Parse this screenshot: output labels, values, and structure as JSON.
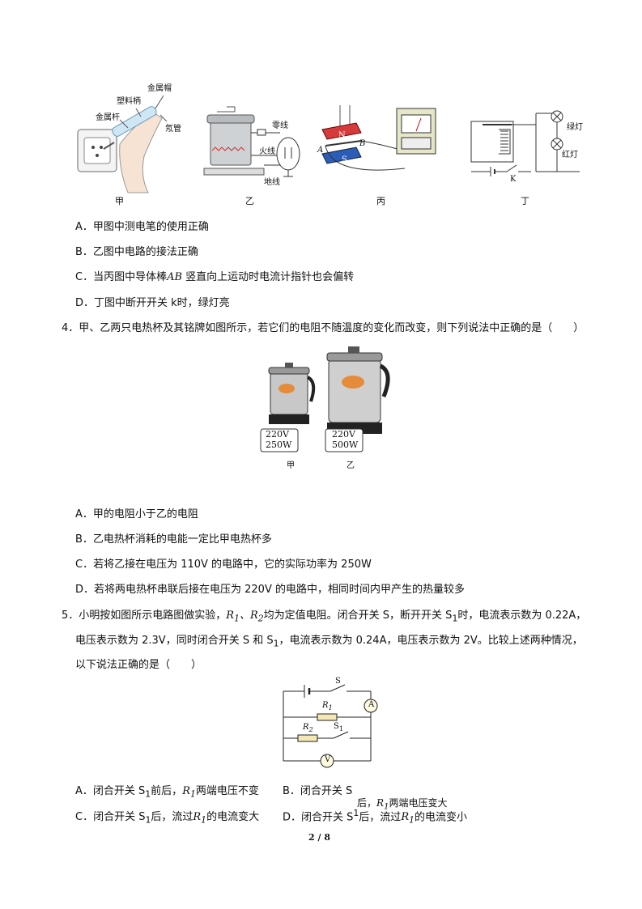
{
  "q3": {
    "figure_captions": [
      "甲",
      "乙",
      "丙",
      "丁"
    ],
    "fig_jia_labels": {
      "metal_cap": "金属帽",
      "plastic_handle": "塑料柄",
      "metal_rod": "金属杆",
      "neon_tube": "氖管"
    },
    "fig_yi_labels": {
      "neutral": "零线",
      "live": "火线",
      "ground": "地线"
    },
    "fig_bing_labels": {
      "a": "A",
      "b": "B",
      "n": "N",
      "s": "S"
    },
    "fig_ding_labels": {
      "green": "绿灯",
      "red": "红灯",
      "k": "K"
    },
    "options": [
      "A．甲图中测电笔的使用正确",
      "B．乙图中电路的接法正确",
      "C．当丙图中导体棒",
      "D．丁图中断开开关 k时，绿灯亮"
    ],
    "option_c_var": "AB",
    "option_c_rest": " 竖直向上运动时电流计指针也会偏转"
  },
  "q4": {
    "stem": "4．甲、乙两只电热杯及其铭牌如图所示，若它们的电阻不随温度的变化而改变，则下列说法中正确的是（　　）",
    "cup_jia_label": [
      "220V",
      "250W"
    ],
    "cup_yi_label": [
      "220V",
      "500W"
    ],
    "captions": [
      "甲",
      "乙"
    ],
    "options": [
      "A．甲的电阻小于乙的电阻",
      "B．乙电热杯消耗的电能一定比甲电热杯多",
      "C．若将乙接在电压为 110V 的电路中，它的实际功率为 250W",
      "D．若将两电热杯串联后接在电压为 220V 的电路中，相同时间内甲产生的热量较多"
    ]
  },
  "q5": {
    "stem_1a": "5．小明按如图所示电路图做实验，",
    "stem_1b": "均为定值电阻。闭合开关 S，断开开关 S",
    "stem_1c": "时，电流表示数为 0.22A，",
    "stem_2a": "电压表示数为 2.3V，同时闭合开关 S 和 S",
    "stem_2b": "，电流表示数为 0.24A，电压表示数为 2V。比较上述两种情况，",
    "stem_3": "以下说法正确的是（　　）",
    "circuit_labels": {
      "s": "S",
      "r1": "R",
      "r2": "R",
      "s1": "S",
      "a": "A",
      "v": "V"
    },
    "opt_a_1": "A．闭合开关 S",
    "opt_a_2": "前后，",
    "opt_a_3": "两端电压不变",
    "opt_b_1": "B．闭合开关 S",
    "opt_b_2": "后，",
    "opt_b_3": "两端电压变大",
    "opt_c_1": "C．闭合开关 S",
    "opt_c_2": "后，流过",
    "opt_c_3": "的电流变大",
    "opt_d_1": "D．闭合开关 S",
    "opt_d_2": "后，流过",
    "opt_d_3": "的电流变小"
  },
  "footer": {
    "page": "2 / 8"
  }
}
